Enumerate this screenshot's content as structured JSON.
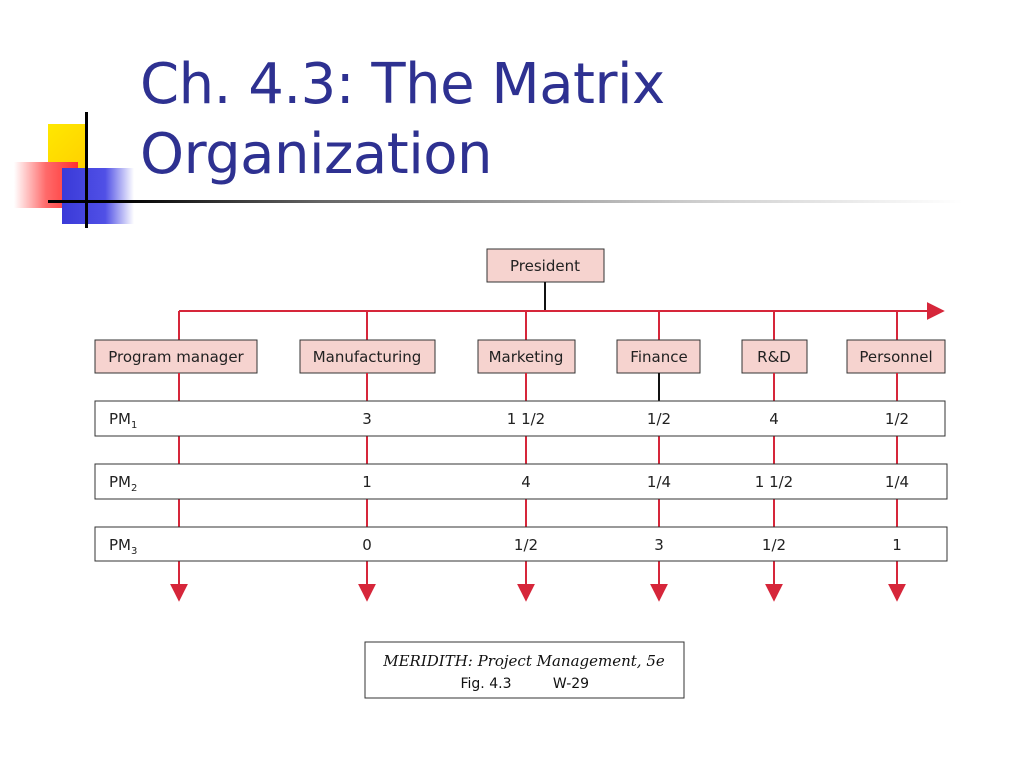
{
  "slide": {
    "title_line1": "Ch. 4.3: The Matrix",
    "title_line2": "Organization"
  },
  "diagram": {
    "top": "President",
    "departments": [
      "Program manager",
      "Manufacturing",
      "Marketing",
      "Finance",
      "R&D",
      "Personnel"
    ],
    "rows": [
      {
        "pm": "PM",
        "sub": "1",
        "values": [
          "3",
          "1 1/2",
          "1/2",
          "4",
          "1/2"
        ]
      },
      {
        "pm": "PM",
        "sub": "2",
        "values": [
          "1",
          "4",
          "1/4",
          "1 1/2",
          "1/4"
        ]
      },
      {
        "pm": "PM",
        "sub": "3",
        "values": [
          "0",
          "1/2",
          "3",
          "1/2",
          "1"
        ]
      }
    ],
    "colors": {
      "line": "#d6263a",
      "box_fill": "#f6d3cf",
      "title": "#2e3191"
    }
  },
  "caption": {
    "source": "MERIDITH: Project Management, 5e",
    "fig": "Fig. 4.3",
    "code": "W-29"
  }
}
